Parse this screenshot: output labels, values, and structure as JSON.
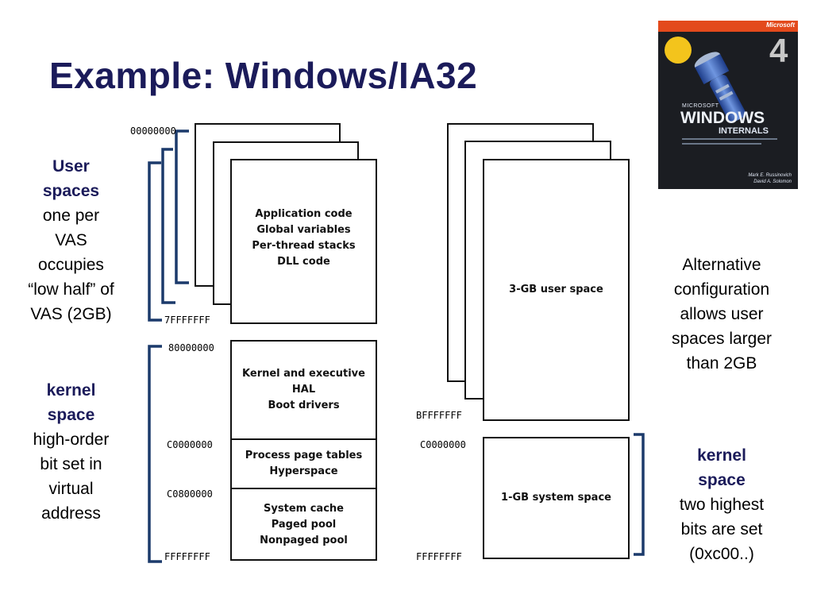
{
  "slide": {
    "title": "Example: Windows/IA32"
  },
  "user_spaces_note": {
    "heading_line1": "User",
    "heading_line2": "spaces",
    "lines": [
      "one per",
      "VAS",
      "occupies",
      "“low half” of",
      "VAS (2GB)"
    ]
  },
  "kernel_space_note": {
    "heading_line1": "kernel",
    "heading_line2": "space",
    "lines": [
      "high-order",
      "bit set in",
      "virtual",
      "address"
    ]
  },
  "alternative_note": {
    "lines": [
      "Alternative",
      "configuration",
      "allows user",
      "spaces larger",
      "than 2GB"
    ]
  },
  "kernel_space_right_note": {
    "heading_line1": "kernel",
    "heading_line2": "space",
    "lines": [
      "two highest",
      "bits are set",
      "(0xc00..)"
    ]
  },
  "left_diagram": {
    "addresses": {
      "start": "00000000",
      "user_end": "7FFFFFFF",
      "kernel_start": "80000000",
      "page_tables": "C0000000",
      "cache": "C0800000",
      "end": "FFFFFFFF"
    },
    "user_box_lines": [
      "Application code",
      "Global variables",
      "Per-thread stacks",
      "DLL code"
    ],
    "kernel_box_lines": [
      "Kernel and executive",
      "HAL",
      "Boot drivers"
    ],
    "page_tables_lines": [
      "Process page tables",
      "Hyperspace"
    ],
    "cache_lines": [
      "System cache",
      "Paged pool",
      "Nonpaged pool"
    ]
  },
  "right_diagram": {
    "addresses": {
      "user_end": "BFFFFFFF",
      "system_start": "C0000000",
      "end": "FFFFFFFF"
    },
    "user_box_label": "3-GB user space",
    "system_box_label": "1-GB system space"
  },
  "book_cover": {
    "publisher": "Microsoft",
    "edition_number": "4",
    "series_line1": "MICROSOFT",
    "title_line1": "WINDOWS",
    "title_line2": "INTERNALS",
    "authors_line1": "Mark E. Russinovich",
    "authors_line2": "David A. Solomon"
  },
  "colors": {
    "title": "#1b1b5a",
    "bracket": "#1b3a6b",
    "book_background": "#1b1d22",
    "book_accent": "#e34a1c"
  }
}
